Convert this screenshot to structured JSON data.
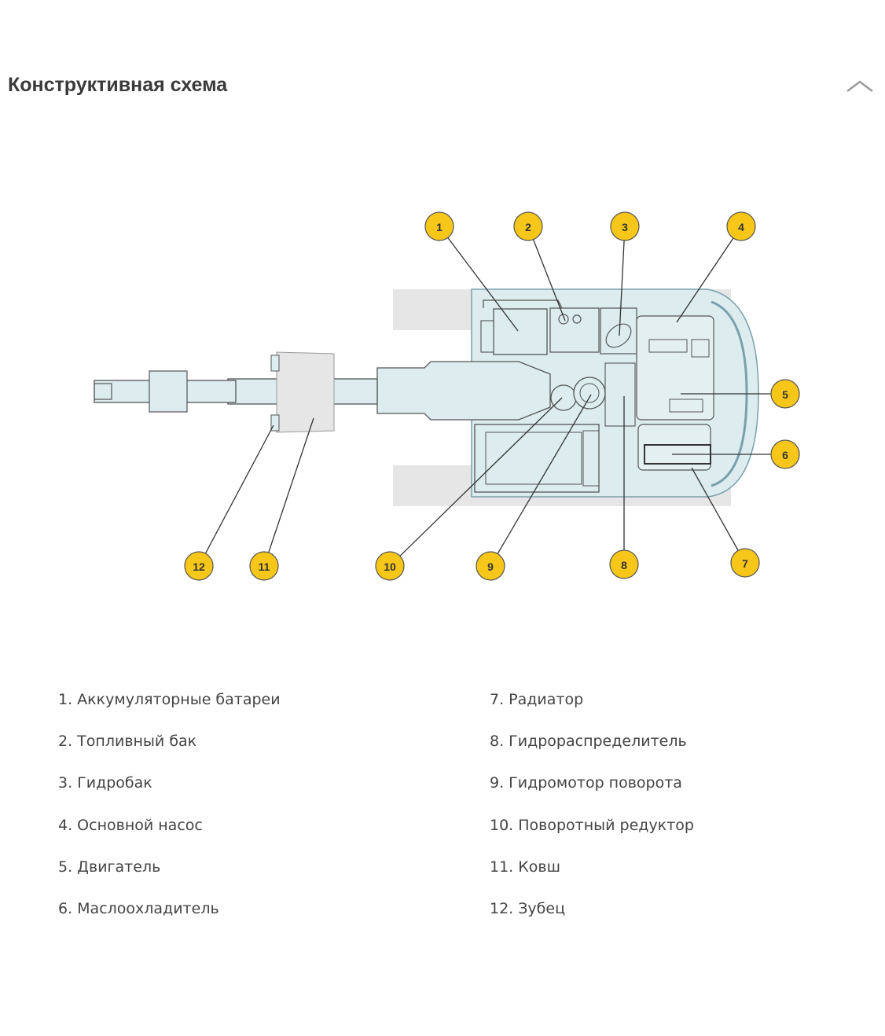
{
  "header": {
    "title": "Конструктивная схема",
    "collapse_icon": "chevron-up-icon"
  },
  "diagram": {
    "marker_color": "#f6c619",
    "body_fill": "#dcecef",
    "track_fill": "#e6e6e6",
    "stroke": "#555555",
    "callouts": [
      "1",
      "2",
      "3",
      "4",
      "5",
      "6",
      "7",
      "8",
      "9",
      "10",
      "11",
      "12"
    ]
  },
  "legend": {
    "left": [
      "1. Аккумуляторные батареи",
      "2. Топливный бак",
      "3. Гидробак",
      "4. Основной насос",
      "5. Двигатель",
      "6. Маслоохладитель"
    ],
    "right": [
      "7. Радиатор",
      "8. Гидрораспределитель",
      "9. Гидромотор поворота",
      "10. Поворотный редуктор",
      "11. Ковш",
      "12. Зубец"
    ]
  }
}
